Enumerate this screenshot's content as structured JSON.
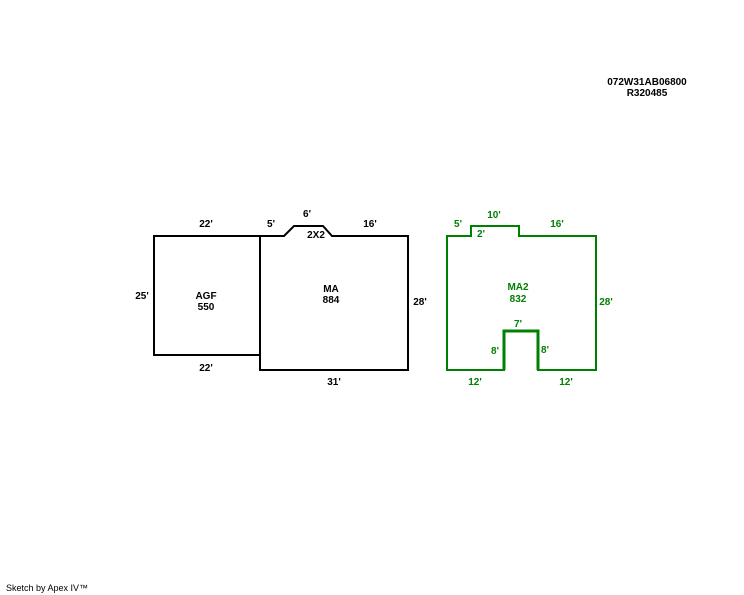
{
  "header": {
    "parcel_id": "072W31AB06800",
    "account": "R320485"
  },
  "colors": {
    "main": "#000000",
    "secondary": "#008000"
  },
  "sketch1": {
    "agf": {
      "label": "AGF",
      "area": "550",
      "top": "22'",
      "left": "25'",
      "bottom": "22'"
    },
    "ma": {
      "label": "MA",
      "area": "884",
      "top_left": "5'",
      "bump": "6'",
      "bump_label": "2X2",
      "top_right": "16'",
      "right": "28'",
      "bottom": "31'"
    }
  },
  "sketch2": {
    "ma2": {
      "label": "MA2",
      "area": "832",
      "top_left": "5'",
      "bump_top": "10'",
      "bump_side": "2'",
      "top_right": "16'",
      "right": "28'",
      "notch_top": "7'",
      "notch_left": "8'",
      "notch_right": "8'",
      "bottom_left": "12'",
      "bottom_right": "12'"
    }
  },
  "footer": {
    "credit": "Sketch by Apex IV™"
  }
}
